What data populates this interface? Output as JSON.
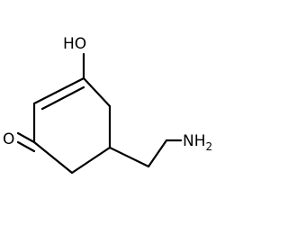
{
  "molecule": {
    "atoms": {
      "hydroxyl": "HO",
      "oxygen": "O",
      "amine_main": "NH",
      "amine_subscript": "2"
    }
  }
}
